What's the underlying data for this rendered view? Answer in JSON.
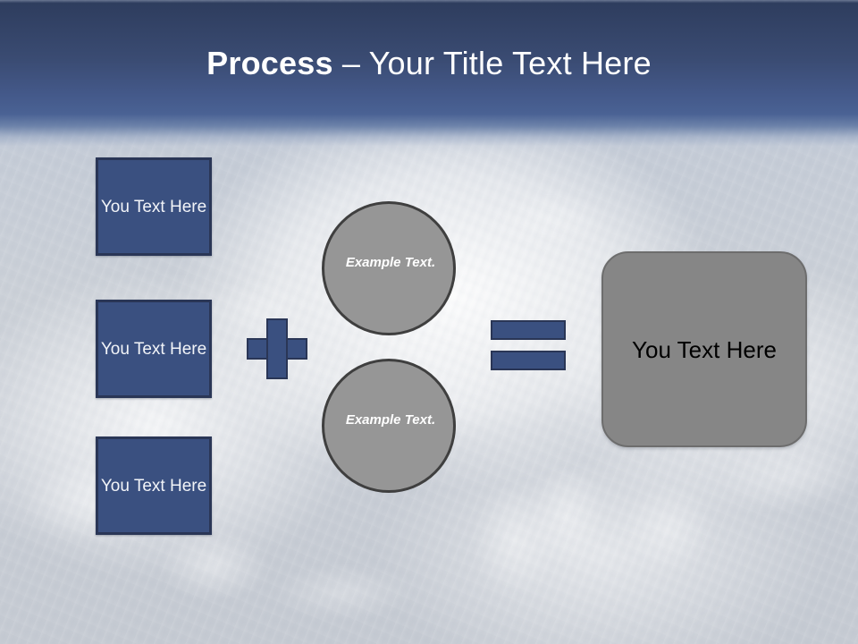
{
  "slide": {
    "title": {
      "bold_part": "Process",
      "rest_part": " – Your Title Text Here"
    },
    "inputs": [
      {
        "label": "You Text Here"
      },
      {
        "label": "You Text Here"
      },
      {
        "label": "You Text Here"
      }
    ],
    "operators": {
      "plus": "+",
      "equals": "="
    },
    "factors": [
      {
        "label": "Example Text."
      },
      {
        "label": "Example Text."
      }
    ],
    "result": {
      "label": "You Text Here"
    },
    "colors": {
      "accent_blue": "#3a5080",
      "accent_blue_border": "#2a3656",
      "circle_gray": "#969696",
      "circle_gray_border": "#3f3f3f",
      "result_gray": "#868686",
      "title_band_top": "#2e3d5e",
      "title_band_bottom": "#4a6294",
      "title_text": "#ffffff",
      "result_text": "#000000"
    }
  }
}
